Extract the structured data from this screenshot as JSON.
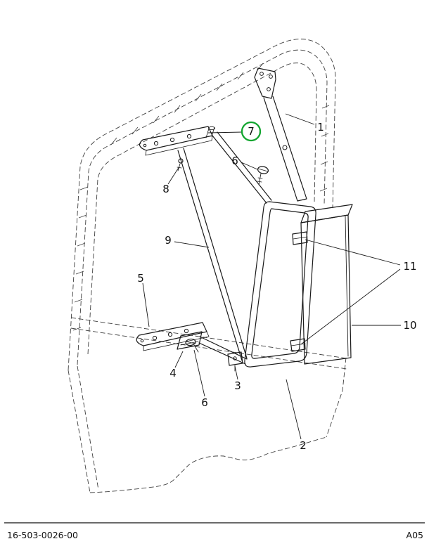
{
  "callouts": {
    "c1": "1",
    "c2": "2",
    "c3": "3",
    "c4": "4",
    "c5": "5",
    "c6_top": "6",
    "c6_bottom": "6",
    "c7": "7",
    "c8": "8",
    "c9": "9",
    "c10": "10",
    "c11": "11"
  },
  "highlight": {
    "circled_callout": "7",
    "color": "#12A52F"
  },
  "footer": {
    "part_number": "16-503-0026-00",
    "page_code": "A05"
  }
}
